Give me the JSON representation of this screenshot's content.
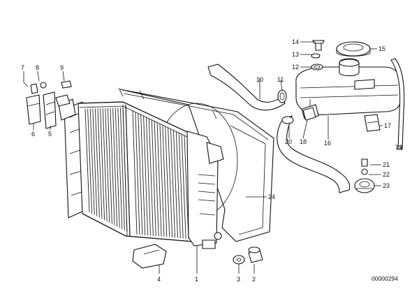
{
  "diagram": {
    "callouts": [
      {
        "id": "c1",
        "label": "1"
      },
      {
        "id": "c2",
        "label": "2"
      },
      {
        "id": "c3",
        "label": "3"
      },
      {
        "id": "c4",
        "label": "4"
      },
      {
        "id": "c5",
        "label": "5"
      },
      {
        "id": "c6",
        "label": "6"
      },
      {
        "id": "c7",
        "label": "7"
      },
      {
        "id": "c8",
        "label": "8"
      },
      {
        "id": "c9",
        "label": "9"
      },
      {
        "id": "c10",
        "label": "10"
      },
      {
        "id": "c11",
        "label": "11"
      },
      {
        "id": "c12",
        "label": "12"
      },
      {
        "id": "c13",
        "label": "13"
      },
      {
        "id": "c14",
        "label": "14"
      },
      {
        "id": "c15",
        "label": "15"
      },
      {
        "id": "c16",
        "label": "16"
      },
      {
        "id": "c17",
        "label": "17"
      },
      {
        "id": "c18",
        "label": "18"
      },
      {
        "id": "c19",
        "label": "19"
      },
      {
        "id": "c20",
        "label": "20"
      },
      {
        "id": "c21",
        "label": "21"
      },
      {
        "id": "c22",
        "label": "22"
      },
      {
        "id": "c23",
        "label": "23"
      },
      {
        "id": "c24",
        "label": "24"
      }
    ],
    "document_id": "00000294"
  }
}
